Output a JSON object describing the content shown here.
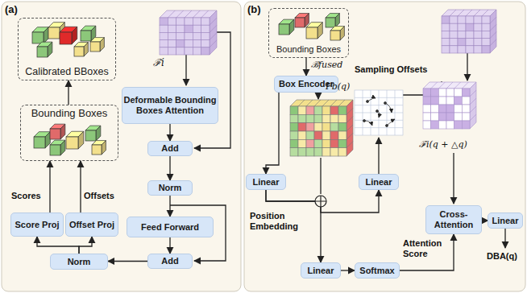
{
  "diagram": {
    "nodes": [
      {
        "text": [
          "Calibrated BBoxes"
        ]
      },
      {
        "text": [
          "Bounding Boxes"
        ]
      },
      {
        "text": [
          "Deformable Bounding Boxes Attention"
        ]
      },
      {
        "text": [
          "Add"
        ]
      },
      {
        "text": [
          "Norm"
        ]
      },
      {
        "text": [
          "Feed Forward"
        ]
      },
      {
        "text": [
          "Add"
        ]
      },
      {
        "text": [
          "Norm"
        ]
      },
      {
        "text": [
          "Score Proj"
        ]
      },
      {
        "text": [
          "Offset Proj"
        ]
      },
      {
        "text": [
          "Bounding Boxes"
        ]
      },
      {
        "text": [
          "Box Encoder"
        ]
      },
      {
        "text": [
          "Linear"
        ]
      },
      {
        "text": [
          "Linear"
        ]
      },
      {
        "text": [
          "Linear"
        ]
      },
      {
        "text": [
          "Softmax"
        ]
      },
      {
        "text": [
          "Cross-Attention"
        ]
      },
      {
        "text": [
          "Linear"
        ]
      }
    ],
    "edges": [
      {
        "from": 1,
        "to": 0,
        "arrow": "to"
      },
      {
        "from": 2,
        "to": 3,
        "arrow": "to"
      },
      {
        "from": 3,
        "to": 4,
        "arrow": "to"
      },
      {
        "from": 4,
        "to": 5,
        "arrow": "to"
      },
      {
        "from": 5,
        "to": 6,
        "arrow": "to"
      },
      {
        "from": 6,
        "to": 7,
        "arrow": "to"
      },
      {
        "from": 7,
        "to": 8,
        "arrow": "to"
      },
      {
        "from": 7,
        "to": 9,
        "arrow": "to"
      },
      {
        "from": 8,
        "to": 1,
        "arrow": "to"
      },
      {
        "from": 9,
        "to": 1,
        "arrow": "to"
      },
      {
        "from": 10,
        "to": 11,
        "arrow": "to"
      },
      {
        "from": 11,
        "to": 12,
        "arrow": "to"
      },
      {
        "from": 12,
        "to": 13,
        "arrow": "to"
      },
      {
        "from": 12,
        "to": 14,
        "arrow": "to"
      },
      {
        "from": 14,
        "to": 15,
        "arrow": "to"
      },
      {
        "from": 15,
        "to": 16,
        "arrow": "to"
      },
      {
        "from": 16,
        "to": 17,
        "arrow": "to"
      }
    ],
    "labels": [
      "(a)",
      "(b)",
      "ℱi",
      "Scores",
      "Offsets",
      "ℬfused",
      "Fb(q)",
      "Sampling Offsets",
      "Position Embedding",
      "ℱi(q + △q)",
      "Attention Score",
      "DBA(q)"
    ]
  }
}
